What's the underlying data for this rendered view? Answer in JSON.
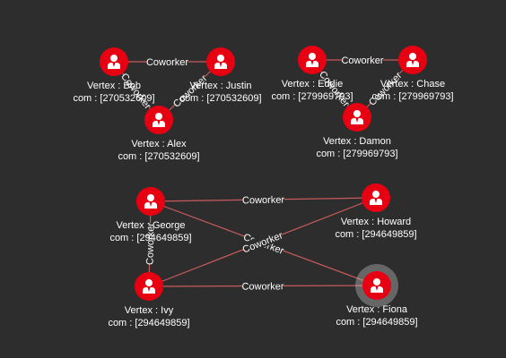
{
  "graph": {
    "node_color": "#e60012",
    "edge_color": "#c85a5a",
    "background": "#2d2d2d",
    "icon": "person-icon",
    "nodes": [
      {
        "id": "bob",
        "vertex": "Vertex : Bob",
        "com": "com : [270532609]"
      },
      {
        "id": "justin",
        "vertex": "Vertex : Justin",
        "com": "com : [270532609]"
      },
      {
        "id": "alex",
        "vertex": "Vertex : Alex",
        "com": "com : [270532609]"
      },
      {
        "id": "eddie",
        "vertex": "Vertex : Eddie",
        "com": "com : [279969793]"
      },
      {
        "id": "chase",
        "vertex": "Vertex : Chase",
        "com": "com : [279969793]"
      },
      {
        "id": "damon",
        "vertex": "Vertex : Damon",
        "com": "com : [279969793]"
      },
      {
        "id": "george",
        "vertex": "Vertex : George",
        "com": "com : [294649859]"
      },
      {
        "id": "howard",
        "vertex": "Vertex : Howard",
        "com": "com : [294649859]"
      },
      {
        "id": "ivy",
        "vertex": "Vertex : Ivy",
        "com": "com : [294649859]"
      },
      {
        "id": "fiona",
        "vertex": "Vertex : Fiona",
        "com": "com : [294649859]",
        "selected": true
      }
    ],
    "edges": [
      {
        "from": "bob",
        "to": "justin",
        "label": "Coworker"
      },
      {
        "from": "bob",
        "to": "alex",
        "label": "Coworker"
      },
      {
        "from": "justin",
        "to": "alex",
        "label": "Coworker"
      },
      {
        "from": "eddie",
        "to": "chase",
        "label": "Coworker"
      },
      {
        "from": "eddie",
        "to": "damon",
        "label": "Coworker"
      },
      {
        "from": "chase",
        "to": "damon",
        "label": "Coworker"
      },
      {
        "from": "george",
        "to": "howard",
        "label": "Coworker"
      },
      {
        "from": "george",
        "to": "ivy",
        "label": "Coworker"
      },
      {
        "from": "george",
        "to": "fiona",
        "label": "Coworker"
      },
      {
        "from": "ivy",
        "to": "howard",
        "label": "Coworker"
      },
      {
        "from": "ivy",
        "to": "fiona",
        "label": "Coworker"
      }
    ]
  }
}
